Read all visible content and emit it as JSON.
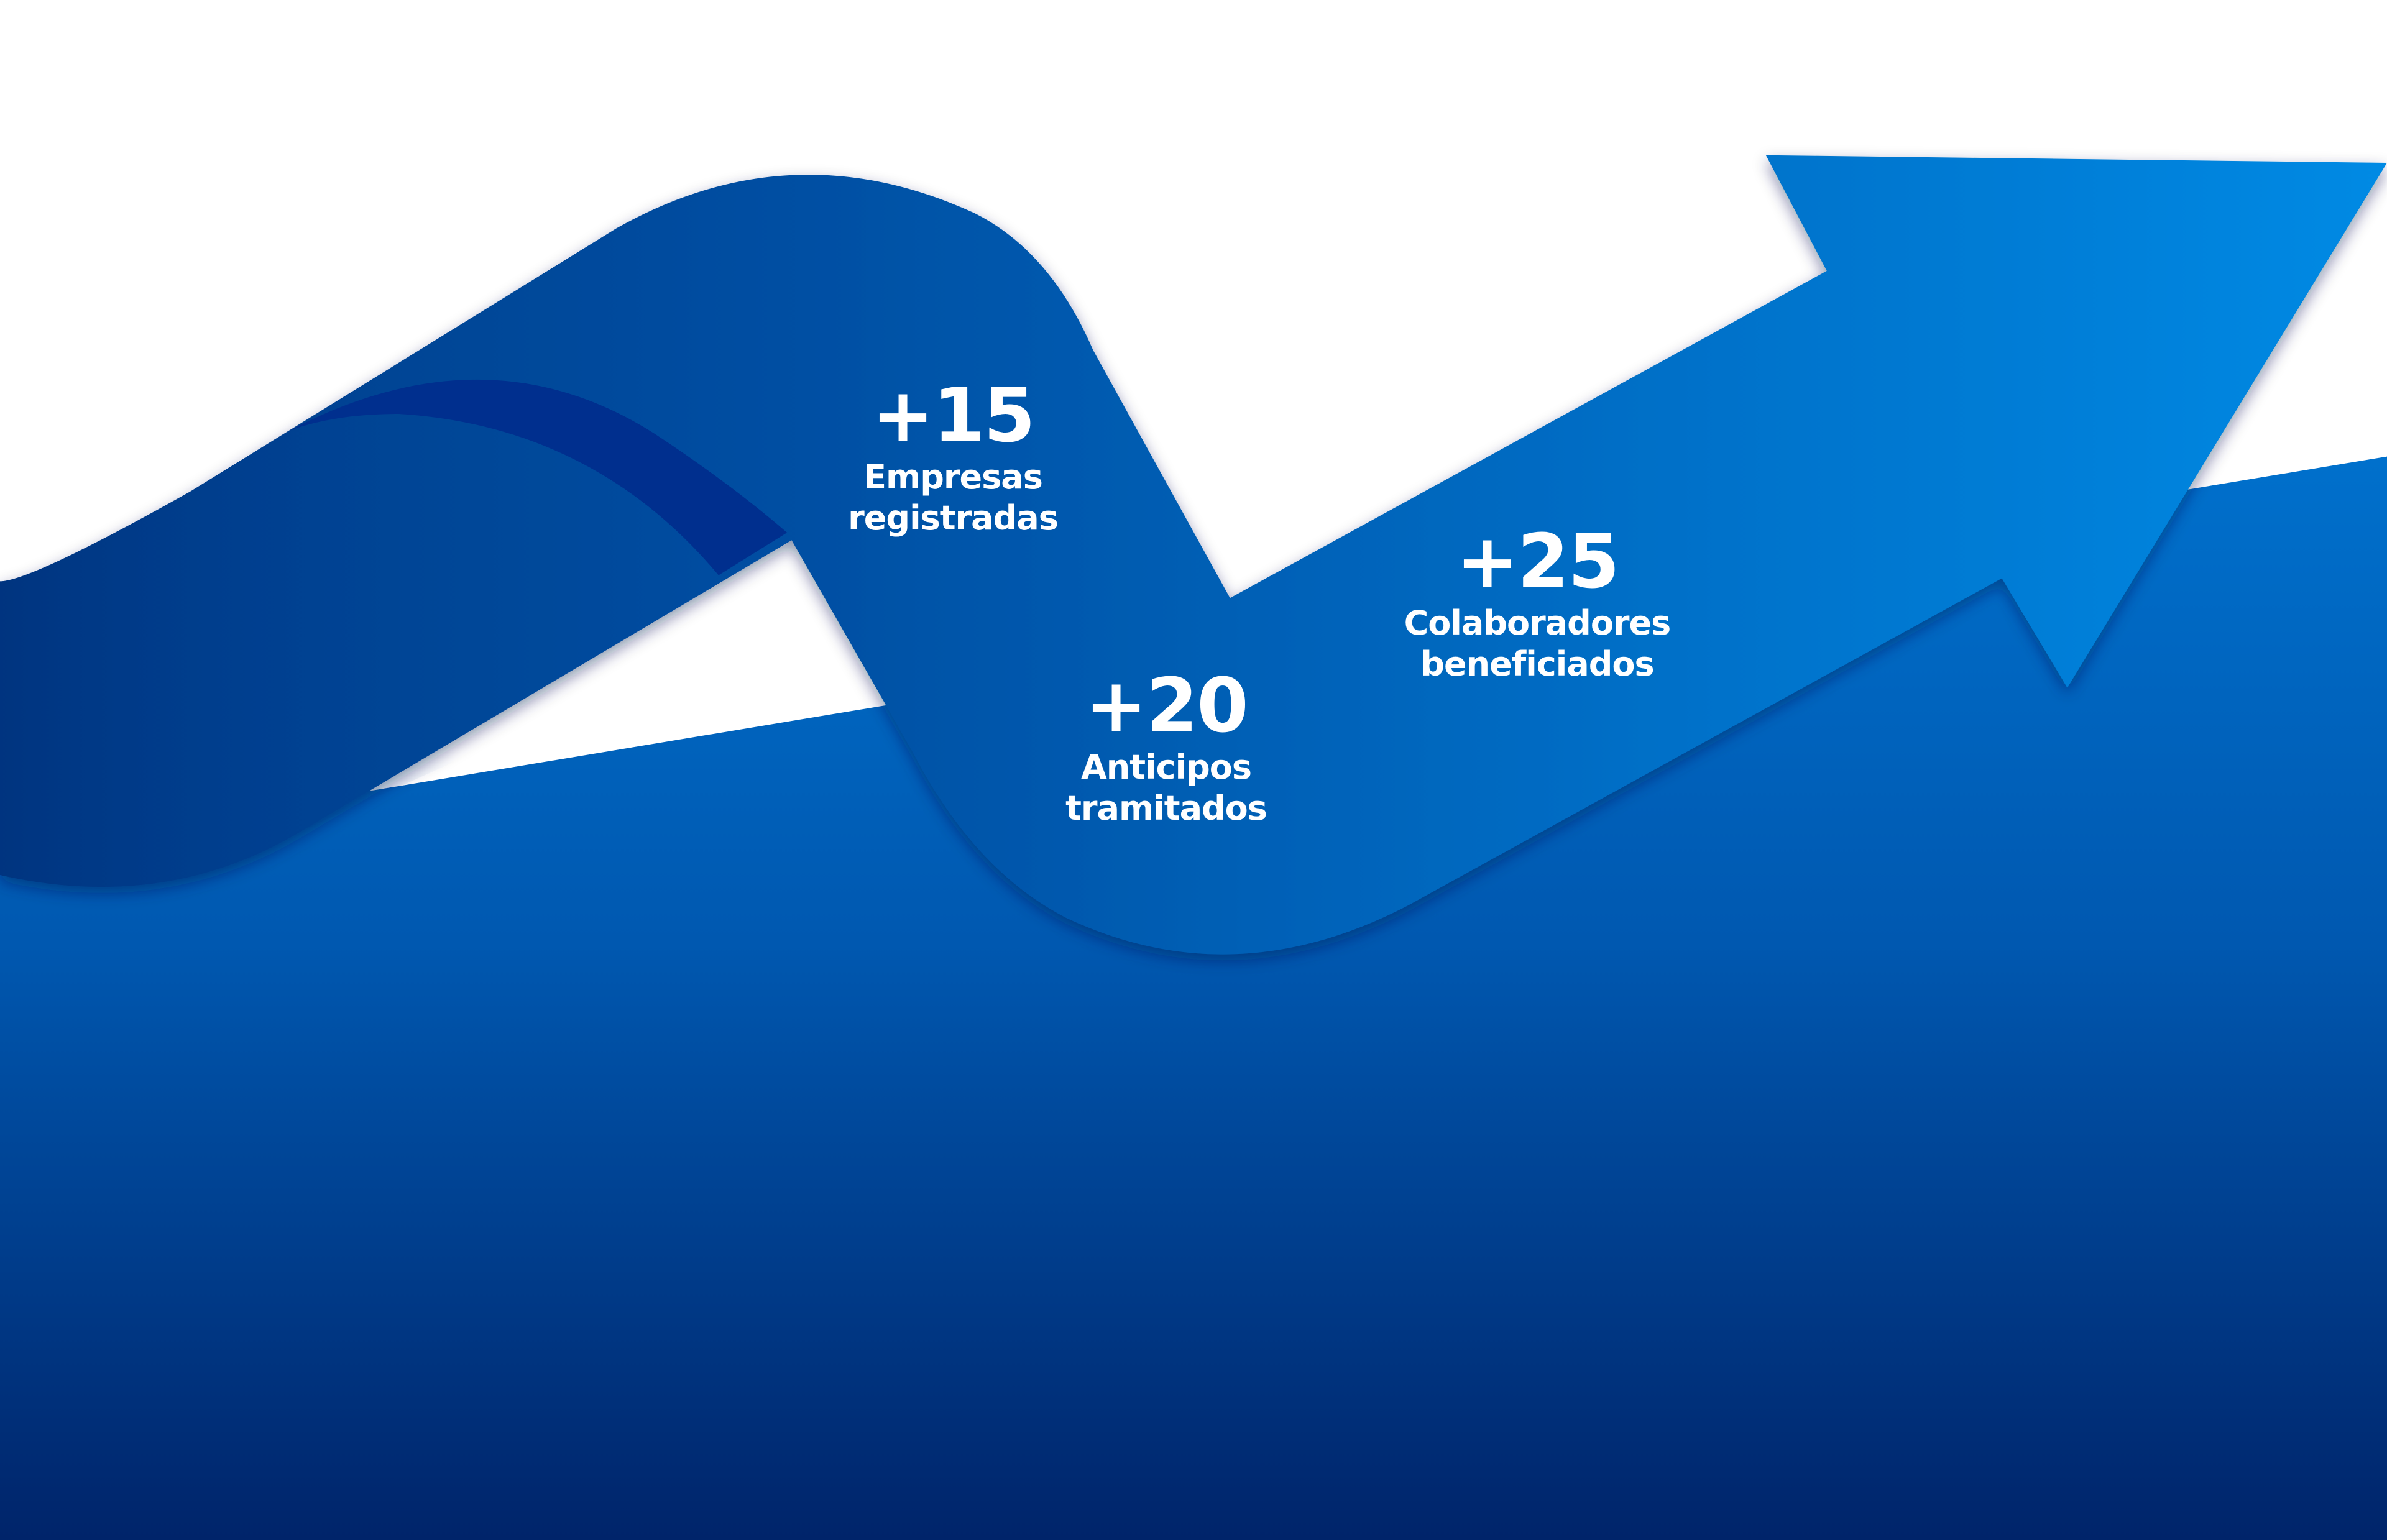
{
  "colors": {
    "ribbon_start": "#003d8c",
    "ribbon_end": "#0088e0",
    "swoosh": "#002f8e",
    "base_top": "#0068c4",
    "base_bottom": "#00246a",
    "text": "#ffffff"
  },
  "stats": [
    {
      "value": "+15",
      "label_line1": "Empresas",
      "label_line2": "registradas"
    },
    {
      "value": "+20",
      "label_line1": "Anticipos",
      "label_line2": "tramitados"
    },
    {
      "value": "+25",
      "label_line1": "Colaboradores",
      "label_line2": "beneficiados"
    }
  ]
}
